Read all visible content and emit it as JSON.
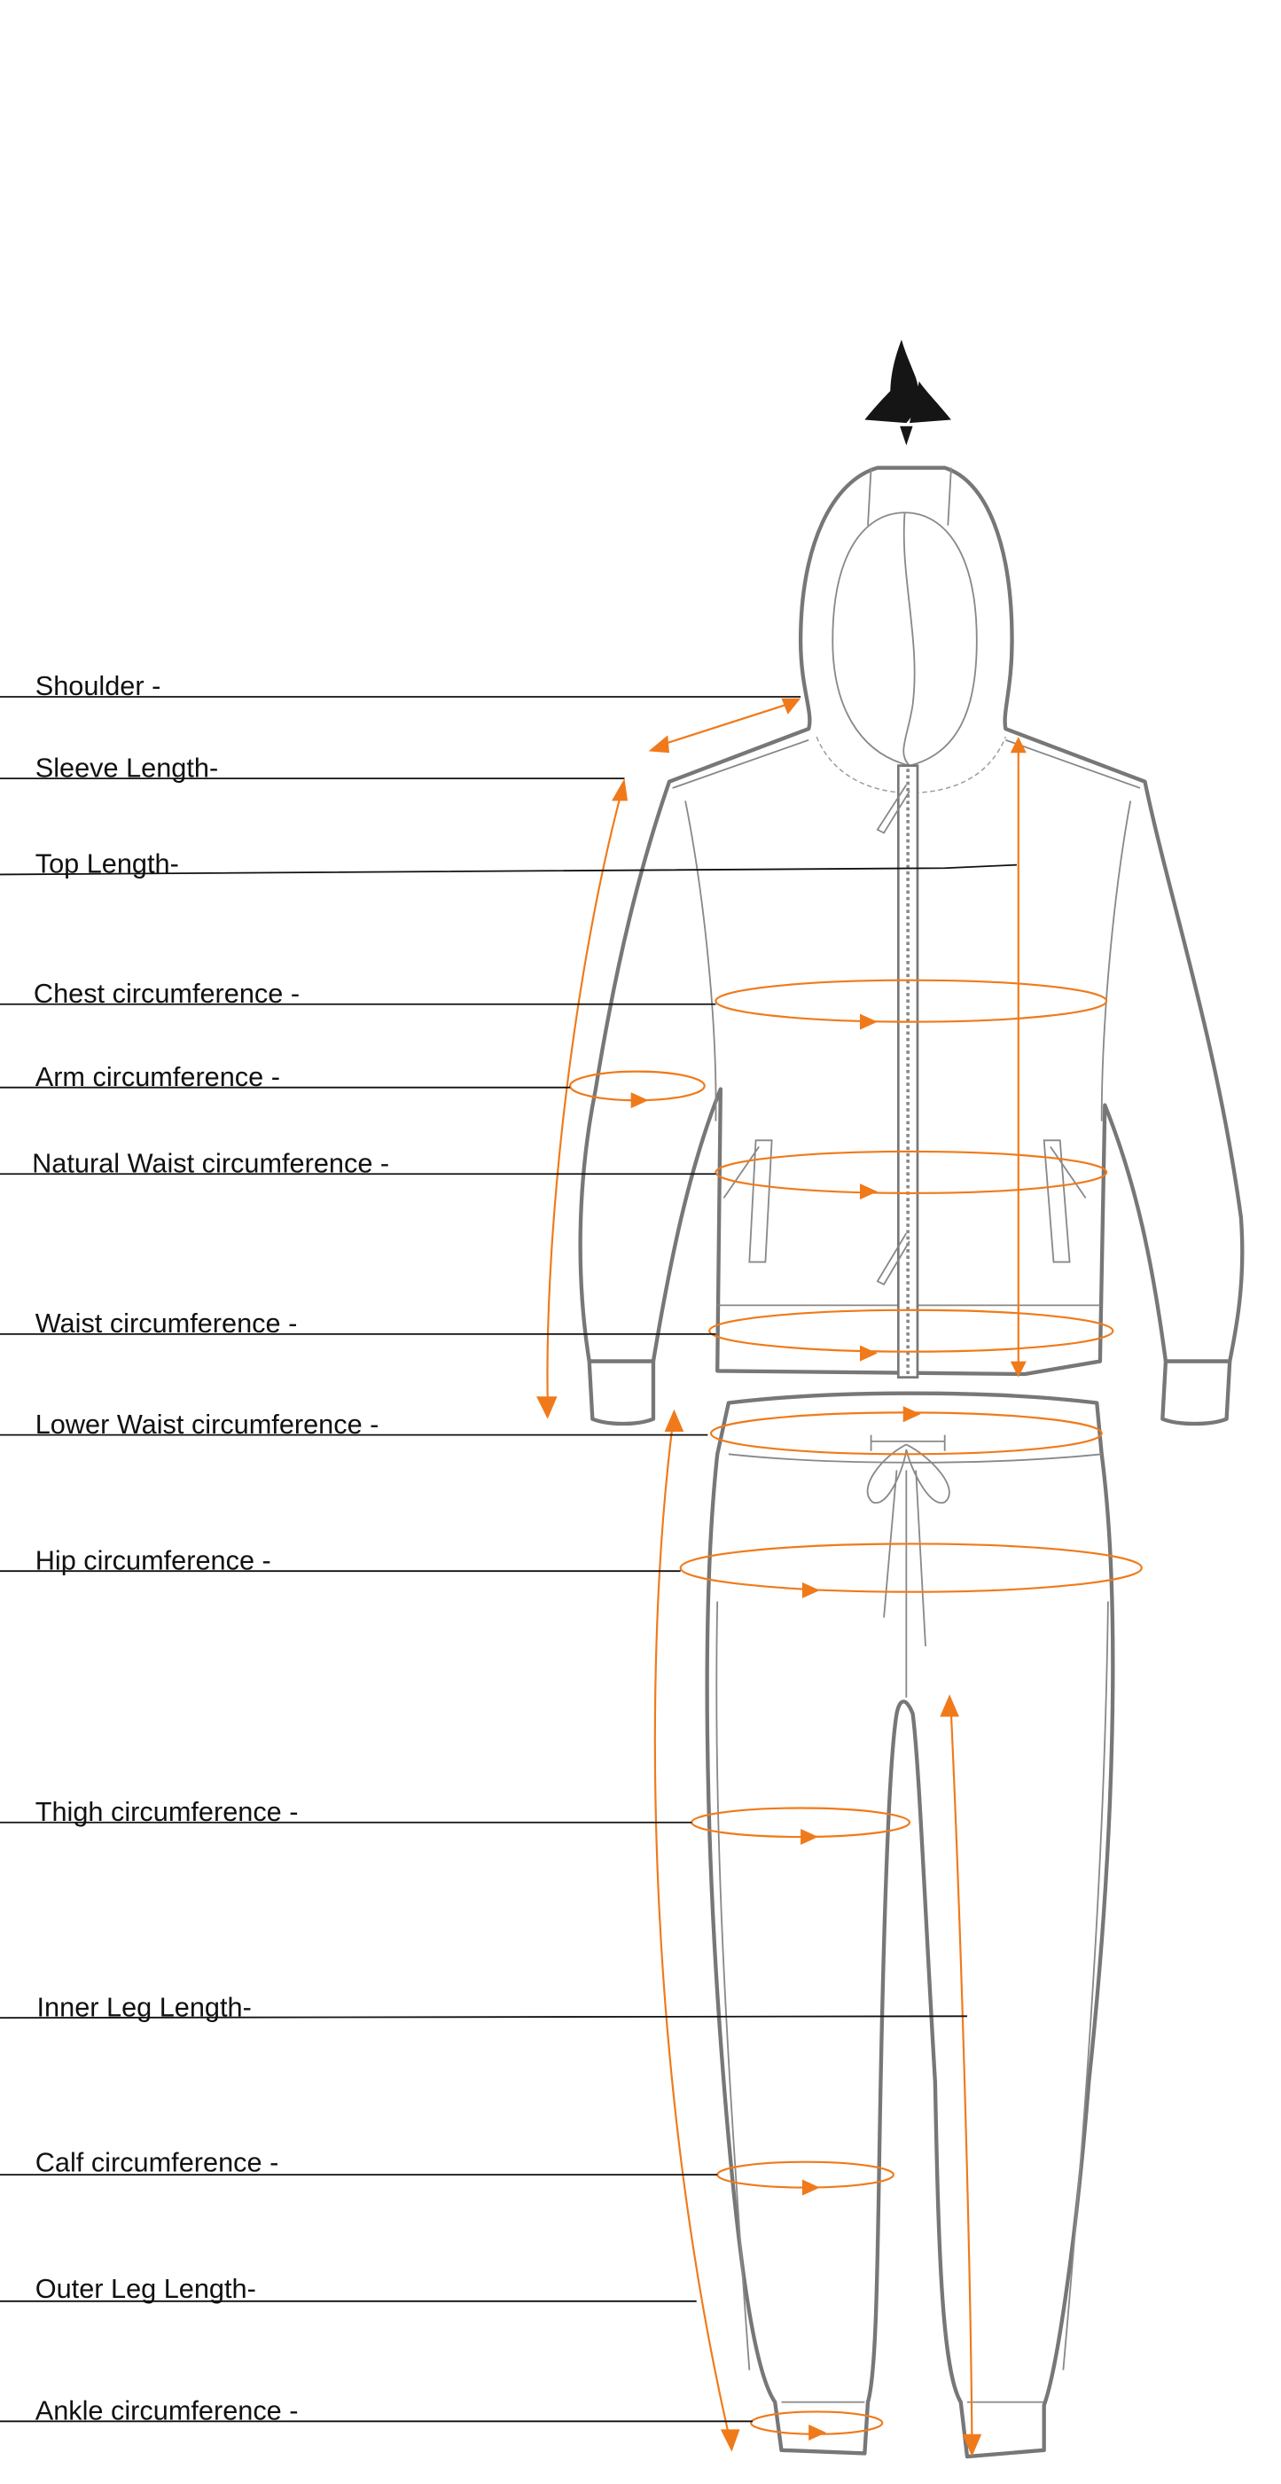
{
  "diagram": {
    "title": "Tracksuit measurement guide",
    "logo_text": "",
    "accent_color": "#f07a1a",
    "labels": [
      {
        "id": "shoulder",
        "text": "Shoulder -"
      },
      {
        "id": "sleeve-length",
        "text": "Sleeve Length-"
      },
      {
        "id": "top-length",
        "text": "Top Length-"
      },
      {
        "id": "chest",
        "text": "Chest circumference -"
      },
      {
        "id": "arm",
        "text": "Arm circumference -"
      },
      {
        "id": "natural-waist",
        "text": "Natural Waist circumference -"
      },
      {
        "id": "waist",
        "text": "Waist circumference -"
      },
      {
        "id": "lower-waist",
        "text": "Lower Waist circumference -"
      },
      {
        "id": "hip",
        "text": "Hip circumference -"
      },
      {
        "id": "thigh",
        "text": "Thigh circumference -"
      },
      {
        "id": "inner-leg",
        "text": "Inner Leg Length-"
      },
      {
        "id": "calf",
        "text": "Calf circumference -"
      },
      {
        "id": "outer-leg",
        "text": "Outer Leg Length-"
      },
      {
        "id": "ankle",
        "text": "Ankle circumference -"
      }
    ]
  }
}
